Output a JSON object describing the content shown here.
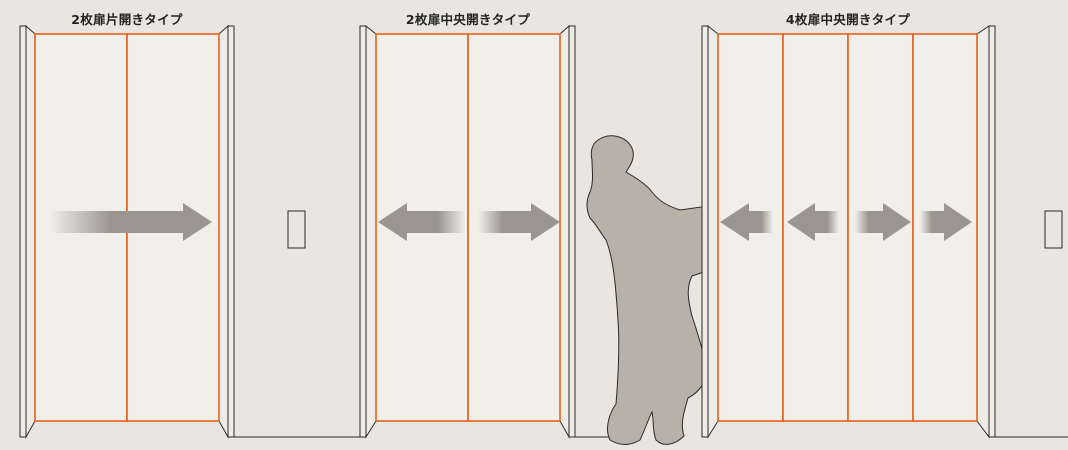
{
  "labels": {
    "single_sliding_2": "2枚扉片開きタイプ",
    "center_opening_2": "2枚扉中央開きタイプ",
    "center_opening_4": "4枚扉中央開きタイプ"
  },
  "colors": {
    "background": "#e8e6df",
    "door_panel": "#f1efe9",
    "door_outline": "#e8601c",
    "frame_line": "#2a2a2a",
    "arrow": "#9a958f",
    "silhouette": "#b8b1a8"
  },
  "icons": {
    "arrows": "motion-arrow-icon",
    "buttons": "call-button-icon",
    "person": "person-silhouette-icon"
  }
}
